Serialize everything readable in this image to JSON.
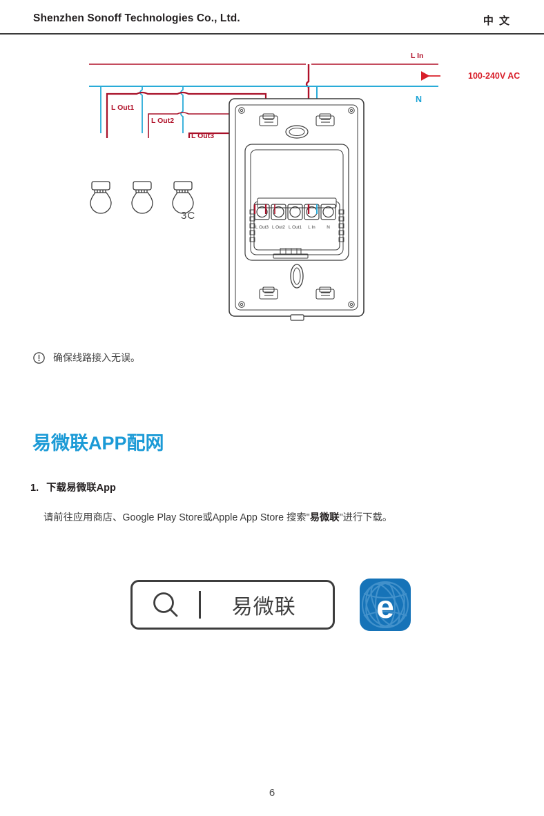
{
  "header": {
    "company": "Shenzhen Sonoff Technologies Co., Ltd.",
    "language": "中 文",
    "rule_color": "#3b3b3b"
  },
  "diagram": {
    "title_model": "3C",
    "colors": {
      "live_wire": "#b01028",
      "neutral_wire": "#29abd8",
      "supply_label": "#d81f2a",
      "device_outline": "#3b3b3b"
    },
    "labels": {
      "l_in": "L In",
      "neutral": "N",
      "supply_voltage": "100-240V AC",
      "l_out1": "L Out1",
      "l_out2": "L Out2",
      "l_out3": "L Out3"
    },
    "terminals": [
      "L Out3",
      "L Out2",
      "L Out1",
      "L In",
      "N"
    ],
    "bulb_count": 3
  },
  "note": {
    "icon": "exclamation-circle-icon",
    "text": "确保线路接入无误。"
  },
  "section": {
    "heading": "易微联APP配网",
    "heading_color": "#1b9ad6"
  },
  "step": {
    "number": "1.",
    "title": "下载易微联App",
    "body_prefix": "请前往应用商店、Google Play Store或Apple App Store 搜索\"",
    "body_keyword": "易微联",
    "body_suffix": "\"进行下载。"
  },
  "search_box": {
    "icon": "search-icon",
    "query": "易微联"
  },
  "app_icon": {
    "name": "ewelink-app-icon",
    "glyph": "e",
    "background": "#1673b8"
  },
  "footer": {
    "page_number": "6"
  }
}
